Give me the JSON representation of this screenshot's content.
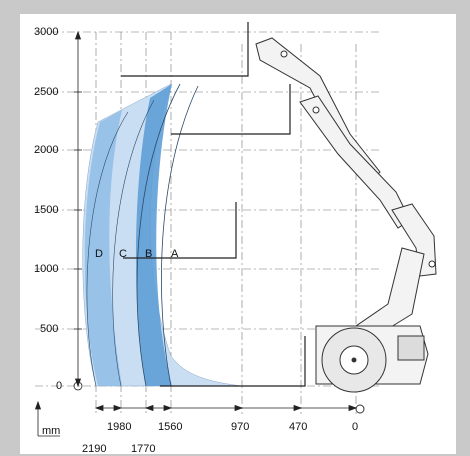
{
  "diagram": {
    "y_labels": [
      "3000",
      "2500",
      "2000",
      "1500",
      "1000",
      "500",
      "0"
    ],
    "x_labels_upper": [
      "1980",
      "1560",
      "970",
      "470",
      "0"
    ],
    "x_labels_lower": [
      "2190",
      "1770"
    ],
    "unit": "mm",
    "zone_labels": [
      "D",
      "C",
      "B",
      "A"
    ],
    "colors": {
      "zone_light": "#c9def2",
      "zone_dark": "#6fa8dc",
      "line": "#333333",
      "dash": "#555555",
      "frame": "#c9c9c9"
    }
  }
}
